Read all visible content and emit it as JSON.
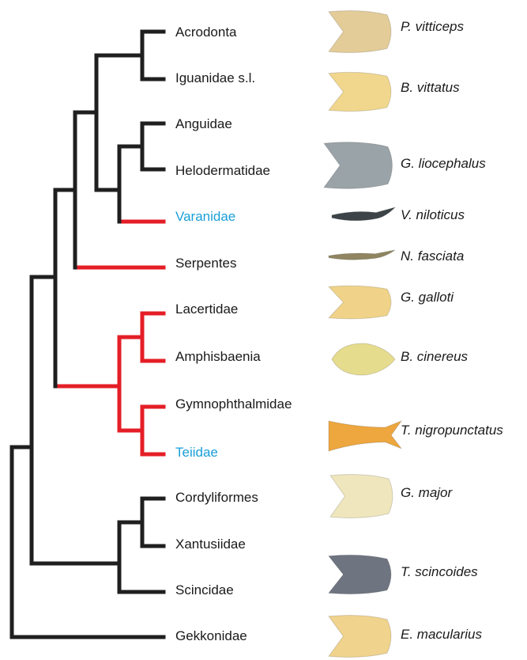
{
  "colors": {
    "branch": "#1f1f1f",
    "highlight_branch": "#e41e26",
    "highlight_text": "#1a9fd8"
  },
  "taxa": [
    {
      "label": "Acrodonta",
      "highlight": false
    },
    {
      "label": "Iguanidae s.l.",
      "highlight": false
    },
    {
      "label": "Anguidae",
      "highlight": false
    },
    {
      "label": "Helodermatidae",
      "highlight": false
    },
    {
      "label": "Varanidae",
      "highlight": true
    },
    {
      "label": "Serpentes",
      "highlight": false
    },
    {
      "label": "Lacertidae",
      "highlight": false
    },
    {
      "label": "Amphisbaenia",
      "highlight": false
    },
    {
      "label": "Gymnophthalmidae",
      "highlight": false
    },
    {
      "label": "Teiidae",
      "highlight": true
    },
    {
      "label": "Cordyliformes",
      "highlight": false
    },
    {
      "label": "Xantusiidae",
      "highlight": false
    },
    {
      "label": "Scincidae",
      "highlight": false
    },
    {
      "label": "Gekkonidae",
      "highlight": false
    }
  ],
  "species": [
    {
      "label": "P. vitticeps",
      "shape": "forked",
      "color": "#e3cc98"
    },
    {
      "label": "B. vittatus",
      "shape": "forked",
      "color": "#f1d78d"
    },
    {
      "label": "G. liocephalus",
      "shape": "forked",
      "color": "#9aa3a7"
    },
    {
      "label": "V. niloticus",
      "shape": "thin",
      "color": "#3c4448"
    },
    {
      "label": "N. fasciata",
      "shape": "thin",
      "color": "#8f8560"
    },
    {
      "label": "G. galloti",
      "shape": "forked",
      "color": "#f0d388"
    },
    {
      "label": "B. cinereus",
      "shape": "leaf",
      "color": "#e6dc8e"
    },
    {
      "label": "T. nigropunctatus",
      "shape": "narrow",
      "color": "#eda73e"
    },
    {
      "label": "G. major",
      "shape": "forked",
      "color": "#efe6bd"
    },
    {
      "label": "T. scincoides",
      "shape": "forked",
      "color": "#6e7480"
    },
    {
      "label": "E. macularius",
      "shape": "forked",
      "color": "#f0d38c"
    }
  ]
}
